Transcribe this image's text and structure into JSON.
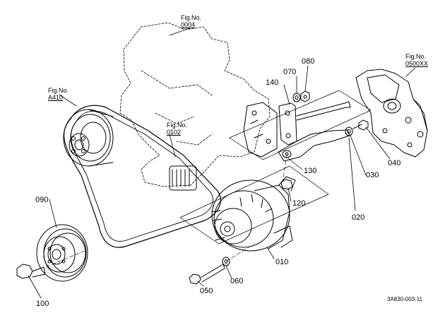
{
  "figure_refs": [
    {
      "id": "fig-0004",
      "prefix": "Fig.No.",
      "number": "0004"
    },
    {
      "id": "fig-A410",
      "prefix": "Fig.No.",
      "number": "A410"
    },
    {
      "id": "fig-0102",
      "prefix": "Fig.No.",
      "number": "0102"
    },
    {
      "id": "fig-0500XX",
      "prefix": "Fig.No.",
      "number": "0500XX"
    }
  ],
  "part_labels": {
    "p010": "010",
    "p020": "020",
    "p030": "030",
    "p040": "040",
    "p050": "050",
    "p060": "060",
    "p070": "070",
    "p080": "080",
    "p090": "090",
    "p100": "100",
    "p120": "120",
    "p130": "130",
    "p140": "140"
  },
  "drawing_code": "3A830-003-11"
}
